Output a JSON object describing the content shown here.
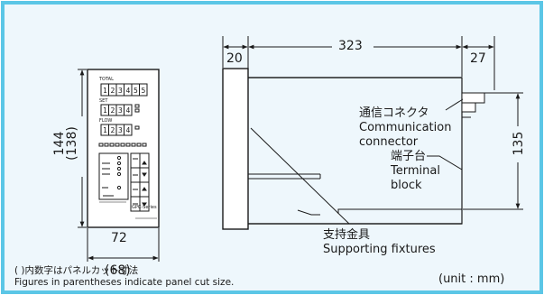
{
  "colors": {
    "frame_border": "#5bc6e6",
    "background": "#eef7fc",
    "line": "#1a1a1a"
  },
  "front_view": {
    "height_dim": "144",
    "height_cut": "(138)",
    "width_dim": "72",
    "width_cut": "(68)",
    "panel": {
      "total_label": "TOTAL",
      "total_digits": [
        "1",
        "2",
        "3",
        "4",
        "5",
        "5"
      ],
      "set_label": "SET",
      "set_digits": [
        "1",
        "2",
        "3",
        "4"
      ],
      "flow_label": "FLOW",
      "flow_digits": [
        "1",
        "2",
        "3",
        "4"
      ],
      "series_label": "GPC-Series"
    }
  },
  "side_view": {
    "depth_dim": "323",
    "bezel_dim": "20",
    "rear_dim": "27",
    "body_height_dim": "135"
  },
  "callouts": {
    "connector_jp": "通信コネクタ",
    "connector_en_1": "Communication",
    "connector_en_2": "connector",
    "terminal_jp": "端子台",
    "terminal_en_1": "Terminal",
    "terminal_en_2": "block",
    "fixture_jp": "支持金具",
    "fixture_en": "Supporting fixtures"
  },
  "notes": {
    "jp": "(   )内数字はパネルカット寸法",
    "en": "Figures in parentheses indicate panel cut size.",
    "unit": "(unit : mm)"
  }
}
